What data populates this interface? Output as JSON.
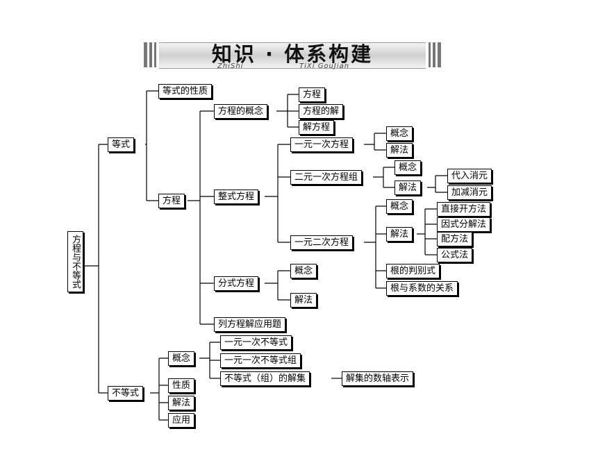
{
  "banner": {
    "title": "知识 · 体系构建",
    "subtitle_left": "ZhiShi",
    "subtitle_right": "TiXi GouJian"
  },
  "tree": {
    "root": "方程与不等式",
    "dengshi": "等式",
    "dengshi_xingzhi": "等式的性质",
    "fangcheng": "方程",
    "fangcheng_gainian": "方程的概念",
    "gainian_fangcheng": "方程",
    "gainian_jie": "方程的解",
    "gainian_jiefangcheng": "解方程",
    "zhengshi": "整式方程",
    "yiyuan_yici": "一元一次方程",
    "yyyc_gainian": "概念",
    "yyyc_jiefa": "解法",
    "eryuan": "二元一次方程组",
    "ey_gainian": "概念",
    "ey_jiefa": "解法",
    "ey_dairu": "代入消元",
    "ey_jiajian": "加减消元",
    "yiyuan_erci": "一元二次方程",
    "ye_gainian": "概念",
    "ye_jiefa": "解法",
    "ye_zhijie": "直接开方法",
    "ye_yinshi": "因式分解法",
    "ye_peifang": "配方法",
    "ye_gongshi": "公式法",
    "ye_panbie": "根的判别式",
    "ye_xishu": "根与系数的关系",
    "fenshi": "分式方程",
    "fs_gainian": "概念",
    "fs_jiefa": "解法",
    "lie": "列方程解应用题",
    "budengshi": "不等式",
    "bd_gainian": "概念",
    "bd_yiyuan": "一元一次不等式",
    "bd_zu": "一元一次不等式组",
    "bd_jieji": "不等式（组）的解集",
    "bd_shuzhou": "解集的数轴表示",
    "bd_xingzhi": "性质",
    "bd_jiefa": "解法",
    "bd_yingyong": "应用"
  }
}
